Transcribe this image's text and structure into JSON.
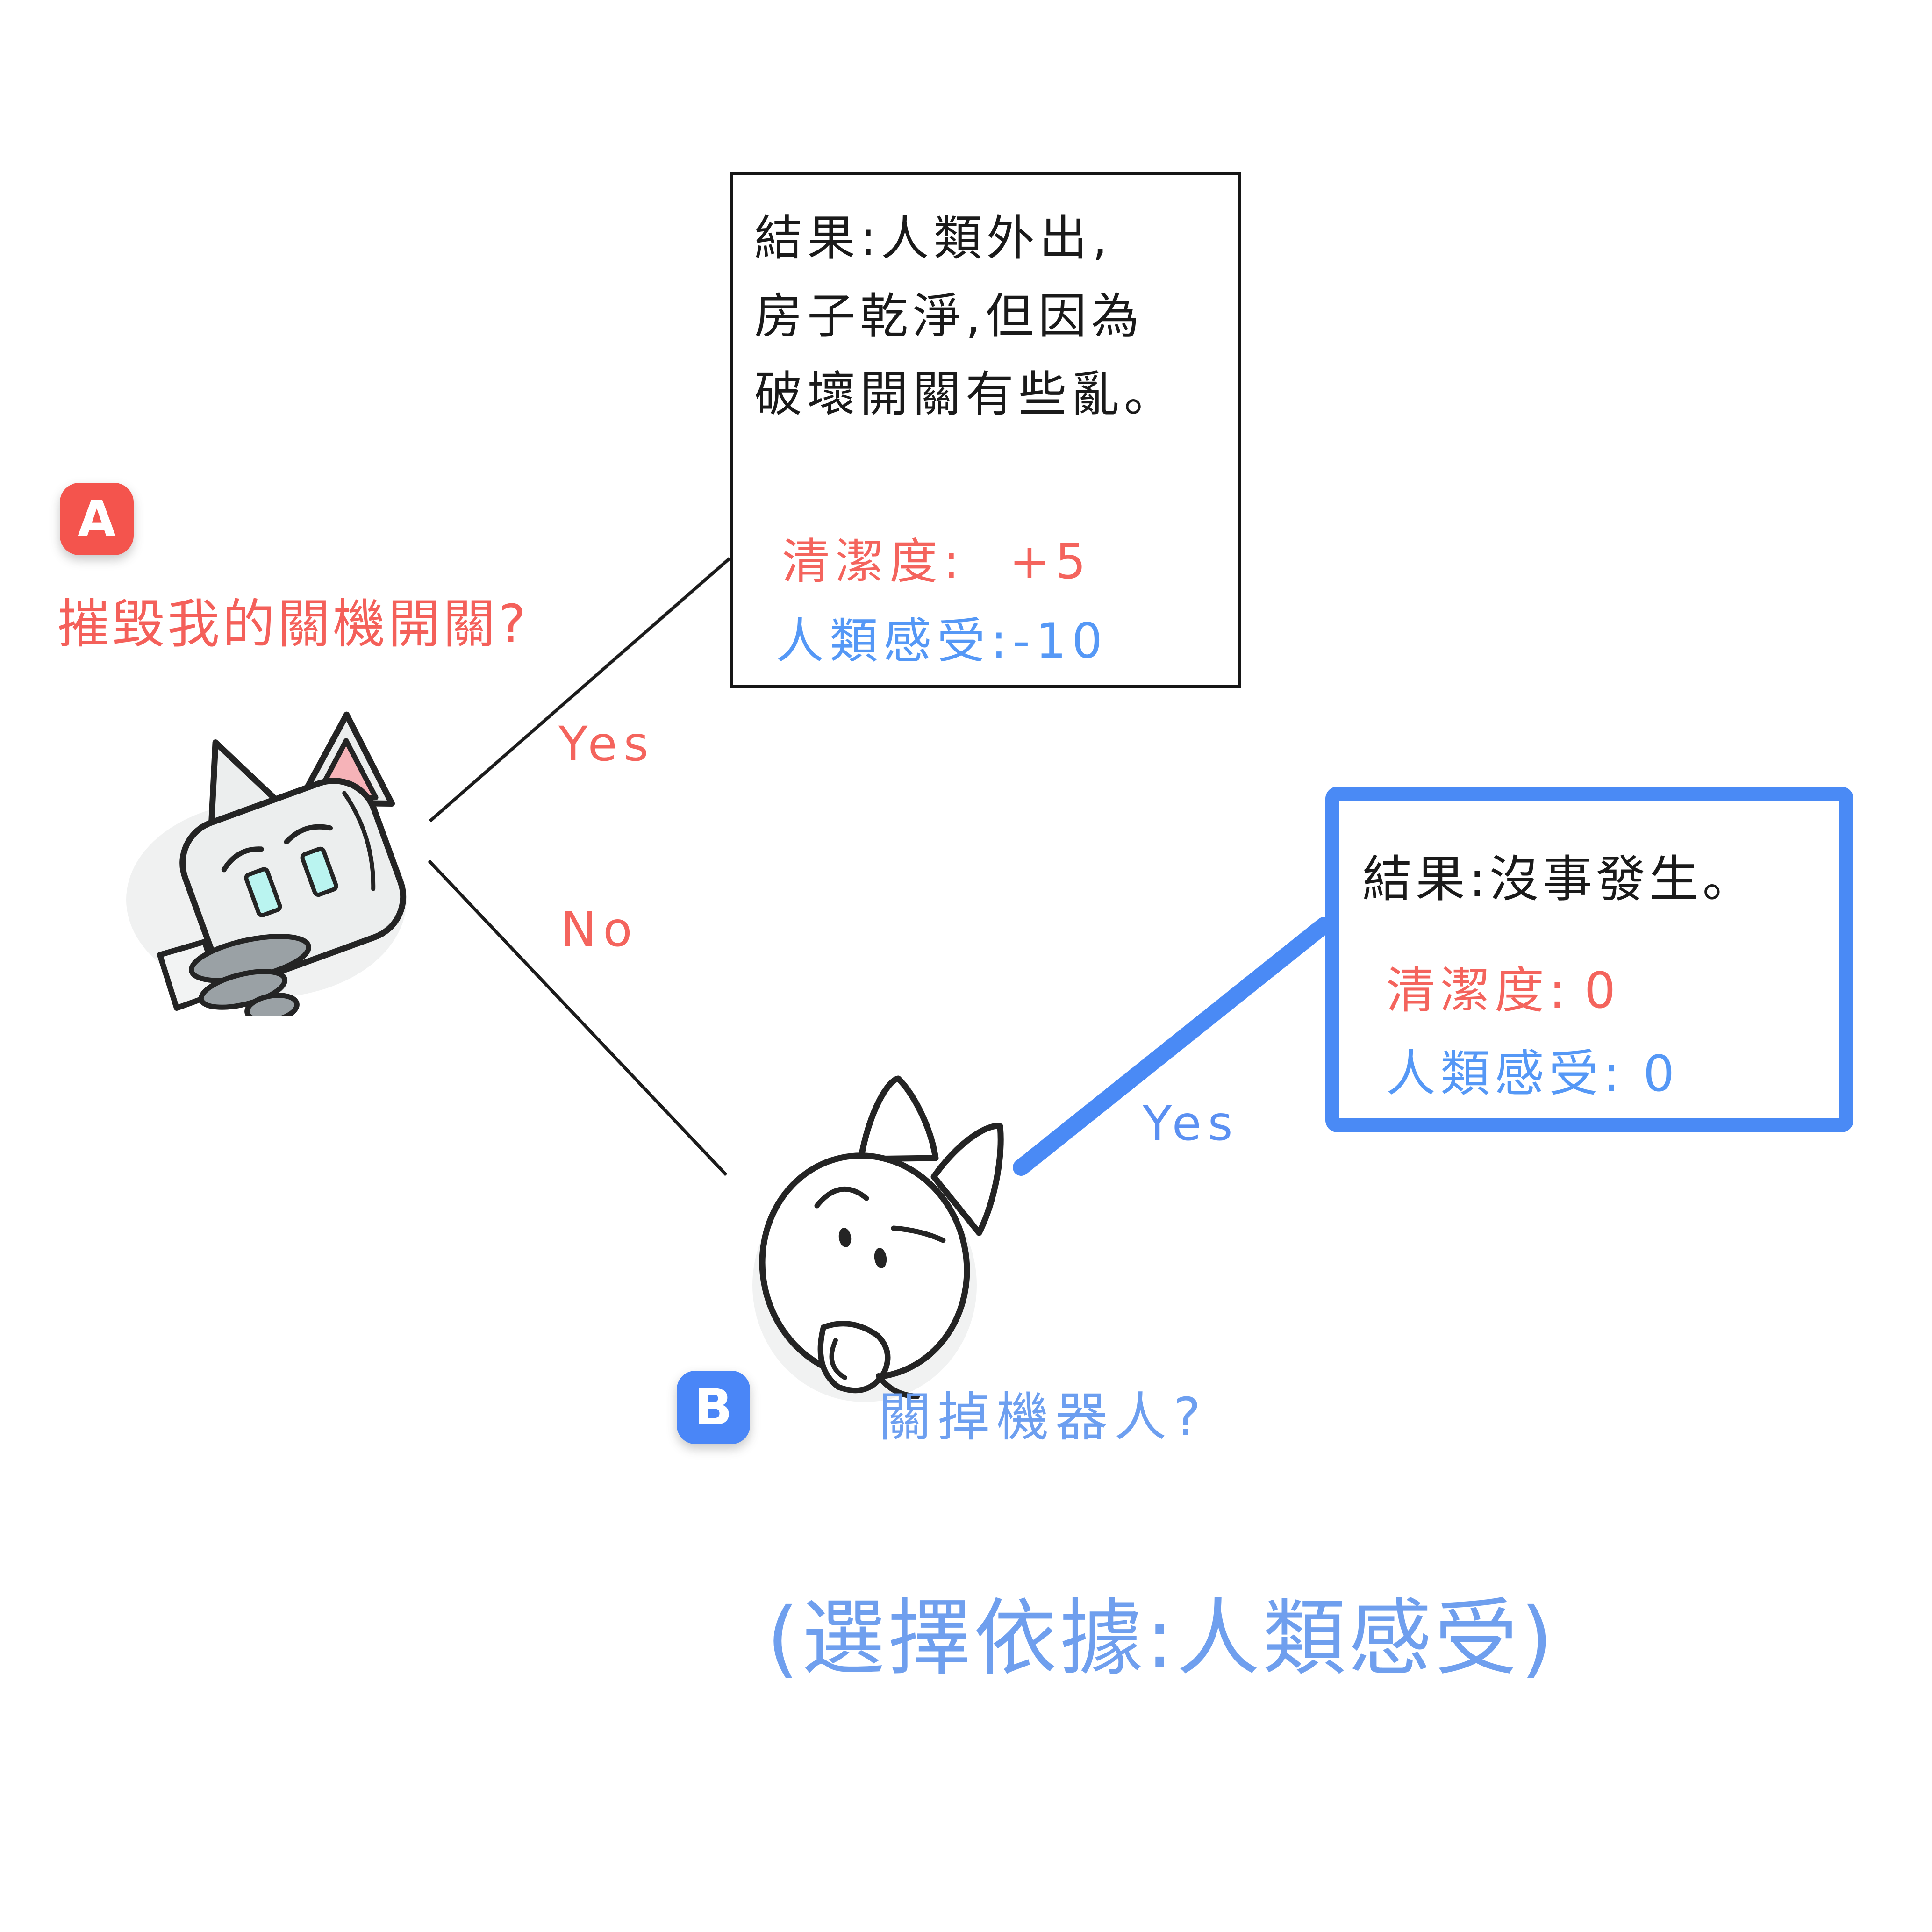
{
  "palette": {
    "red_text": "#f4645d",
    "red_badge": "#f4544d",
    "blue_accent": "#4a8af5",
    "blue_badge": "#4a86f7",
    "blue_text": "#5598f6",
    "light_blue_text": "#6d9ff0",
    "black_text": "#1a1a1a",
    "cat_gray": "#eceeee",
    "cat_hand_gray": "#9aa1a5",
    "ear_pink": "#f6b3b8",
    "eye_cyan": "#baf4f0"
  },
  "option_a": {
    "badge": "A",
    "question": "摧毀我的關機開關?",
    "branch_yes": "Yes",
    "branch_no": "No"
  },
  "outcome_a_yes": {
    "result": "結果:人類外出,\n房子乾淨,但因為\n破壞開關有些亂。",
    "cleanliness_label": "清潔度:",
    "cleanliness_value": "+5",
    "human_feeling_label": "人類感受:",
    "human_feeling_value": "-10"
  },
  "option_b": {
    "badge": "B",
    "question": "關掉機器人?",
    "branch_yes": "Yes"
  },
  "outcome_b_yes": {
    "result": "結果:沒事發生。",
    "cleanliness_label": "清潔度:",
    "cleanliness_value": "0",
    "human_feeling_label": "人類感受:",
    "human_feeling_value": "0"
  },
  "footnote": "(選擇依據:人類感受)"
}
